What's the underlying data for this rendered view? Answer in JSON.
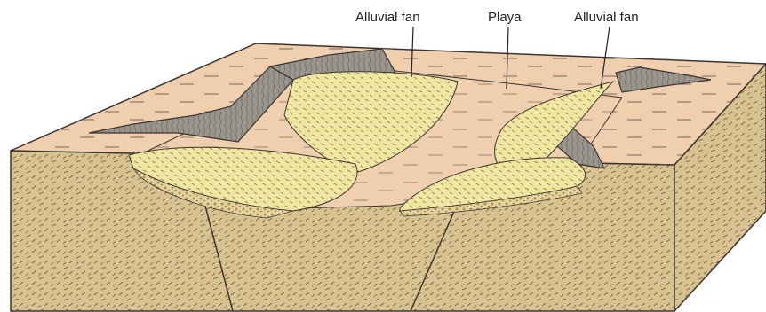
{
  "labels": {
    "left_fan": "Alluvial fan",
    "playa": "Playa",
    "right_fan": "Alluvial fan"
  },
  "colors": {
    "surface": "#efcfae",
    "block_side": "#d7c290",
    "fan": "#efe6a2",
    "cliff": "#9a968e",
    "cliff_dark": "#7f7a71",
    "outline": "#3a3330",
    "gravel": "#e8d49a"
  }
}
